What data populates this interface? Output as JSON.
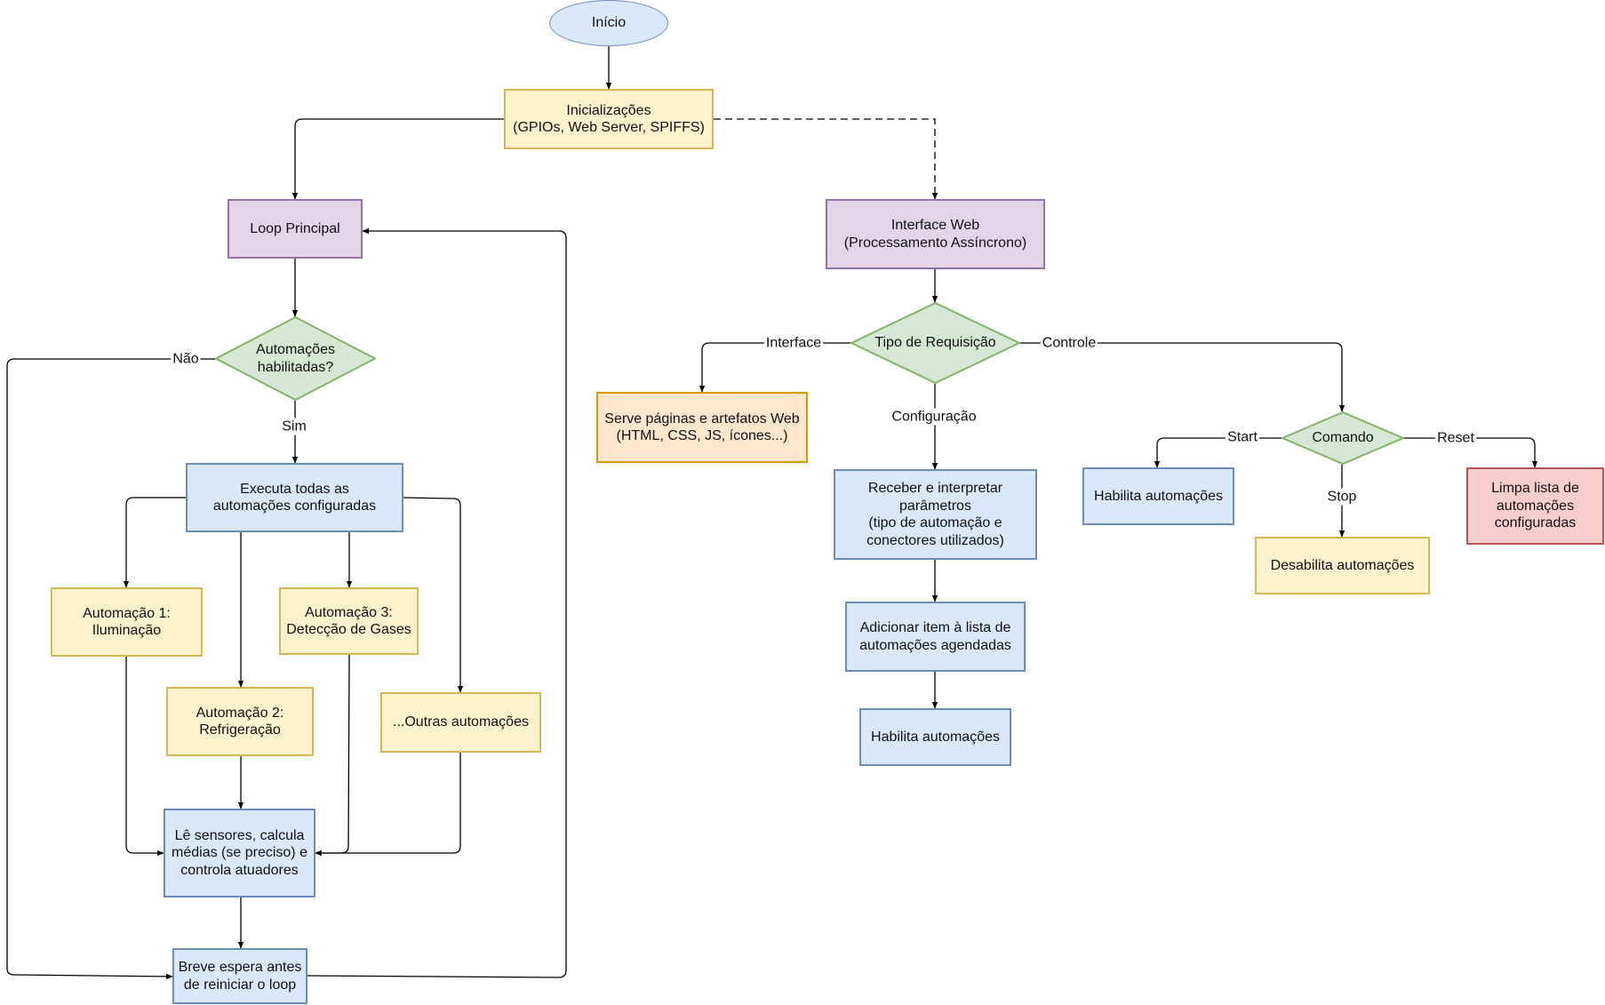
{
  "nodes": {
    "inicio": "Início",
    "inicializacoes": "Inicializações\n(GPIOs, Web Server, SPIFFS)",
    "loop_principal": "Loop Principal",
    "automacoes_habilitadas": "Automações\nhabilitadas?",
    "executa_todas": "Executa todas as\nautomações configuradas",
    "automacao_1": "Automação 1:\nIluminação",
    "automacao_2": "Automação 2:\nRefrigeração",
    "automacao_3": "Automação 3:\nDetecção de Gases",
    "outras_automacoes": "...Outras automações",
    "le_sensores": "Lê sensores, calcula\nmédias (se preciso) e\ncontrola atuadores",
    "breve_espera": "Breve espera antes\nde reiniciar o loop",
    "interface_web": "Interface Web\n(Processamento Assíncrono)",
    "tipo_requisicao": "Tipo de Requisição",
    "serve_paginas": "Serve páginas e artefatos Web\n(HTML, CSS, JS, ícones...)",
    "receber_interpretar": "Receber e interpretar\nparâmetros\n(tipo de automação e\nconectores utilizados)",
    "adicionar_item": "Adicionar item à lista de\nautomações agendadas",
    "habilita_automacoes_config": "Habilita automações",
    "comando": "Comando",
    "habilita_automacoes_start": "Habilita automações",
    "desabilita_automacoes": "Desabilita automações",
    "limpa_lista": "Limpa lista de\nautomações\nconfiguradas"
  },
  "edge_labels": {
    "nao": "Não",
    "sim": "Sim",
    "interface": "Interface",
    "controle": "Controle",
    "configuracao": "Configuração",
    "start": "Start",
    "stop": "Stop",
    "reset": "Reset"
  },
  "colors": {
    "blue_fill": "#dae8fc",
    "blue_stroke": "#6c8ebf",
    "yellow_fill": "#fff2cc",
    "yellow_stroke": "#d6b656",
    "purple_fill": "#e1d5e7",
    "purple_stroke": "#9673a6",
    "green_fill": "#d5e8d4",
    "green_stroke": "#82b366",
    "orange_fill": "#ffe6cc",
    "orange_stroke": "#d79b00",
    "red_fill": "#f8cecc",
    "red_stroke": "#b85450",
    "edge": "#000000"
  }
}
